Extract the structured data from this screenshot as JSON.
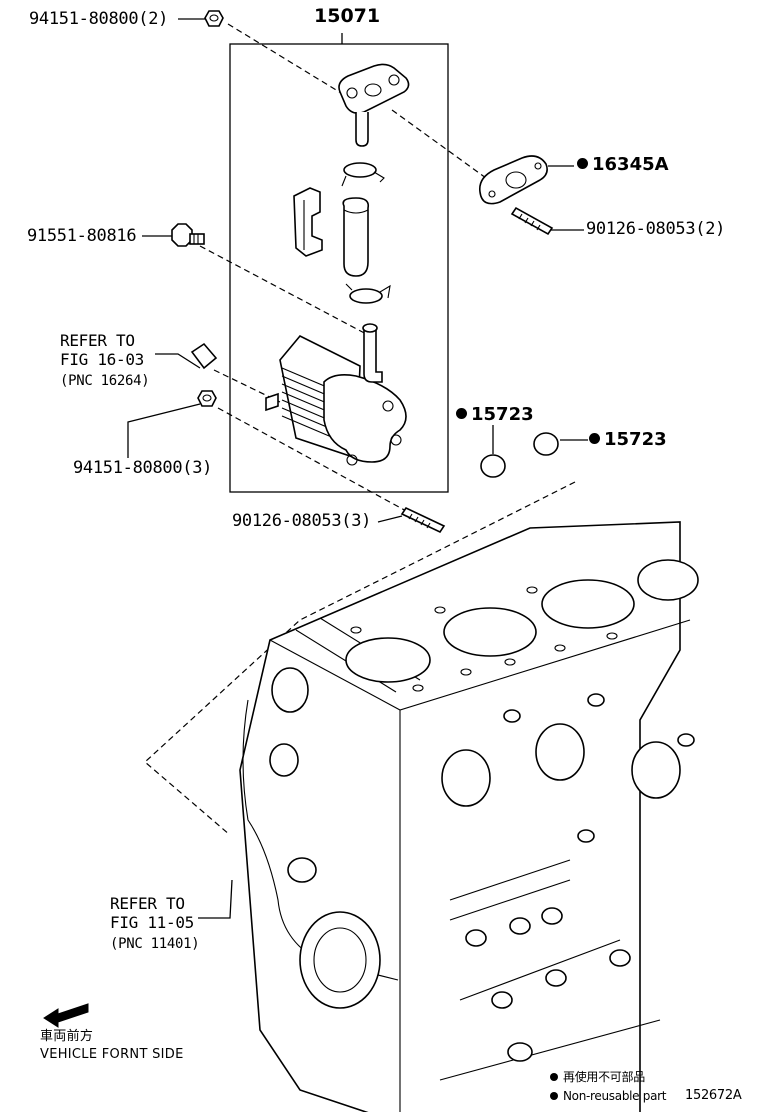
{
  "diagram_id": "152672A",
  "callouts": {
    "assembly_number": "15071",
    "nut_top": "94151-80800(2)",
    "gasket": "16345A",
    "stud_top": "90126-08053(2)",
    "bolt": "91551-80816",
    "refer_1_line1": "REFER TO",
    "refer_1_line2": "FIG 16-03",
    "refer_1_pnc": "(PNC 16264)",
    "nut_bottom": "94151-80800(3)",
    "oring_1": "15723",
    "oring_2": "15723",
    "stud_bottom": "90126-08053(3)",
    "refer_2_line1": "REFER TO",
    "refer_2_line2": "FIG 11-05",
    "refer_2_pnc": "(PNC 11401)"
  },
  "direction": {
    "jp_label": "車両前方",
    "en_label": "VEHICLE FORNT SIDE",
    "arrow_icon": "left-arrow-icon"
  },
  "legend": {
    "jp_label": "再使用不可部品",
    "en_label": "Non-reusable part",
    "code": "152672A"
  }
}
